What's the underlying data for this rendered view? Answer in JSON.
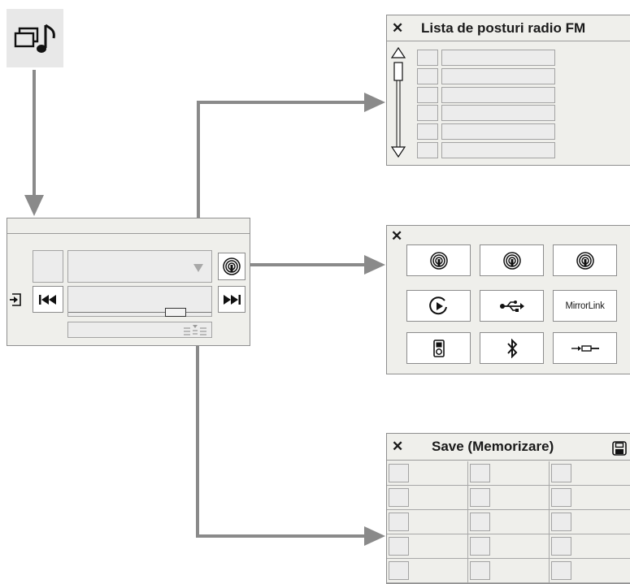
{
  "source_tile": {
    "icon": "media-source-music-icon"
  },
  "radio_list_panel": {
    "title": "Lista de posturi radio FM",
    "close_icon": "✕",
    "rows": 6
  },
  "source_panel": {
    "close_icon": "✕",
    "sources": [
      {
        "name": "radio-fm-icon"
      },
      {
        "name": "radio-dab-icon"
      },
      {
        "name": "radio-am-icon"
      },
      {
        "name": "streaming-play-icon"
      },
      {
        "name": "usb-icon"
      },
      {
        "name": "mirrorlink-logo",
        "text": "MirrorLink"
      },
      {
        "name": "ipod-icon"
      },
      {
        "name": "bluetooth-icon"
      },
      {
        "name": "aux-jack-icon"
      }
    ]
  },
  "save_panel": {
    "title": "Save (Memorizare)",
    "close_icon": "✕",
    "rows": 5,
    "columns": 3
  },
  "main_screen": {
    "icons": [
      "back-icon",
      "previous-track-icon",
      "next-track-icon",
      "source-select-icon",
      "presets-menu-icon",
      "dropdown-arrow-icon"
    ]
  },
  "colors": {
    "arrow": "#8a8a8a",
    "panel_bg": "#efefeb",
    "tile_bg": "#ffffff",
    "row_bg": "#ececec"
  }
}
